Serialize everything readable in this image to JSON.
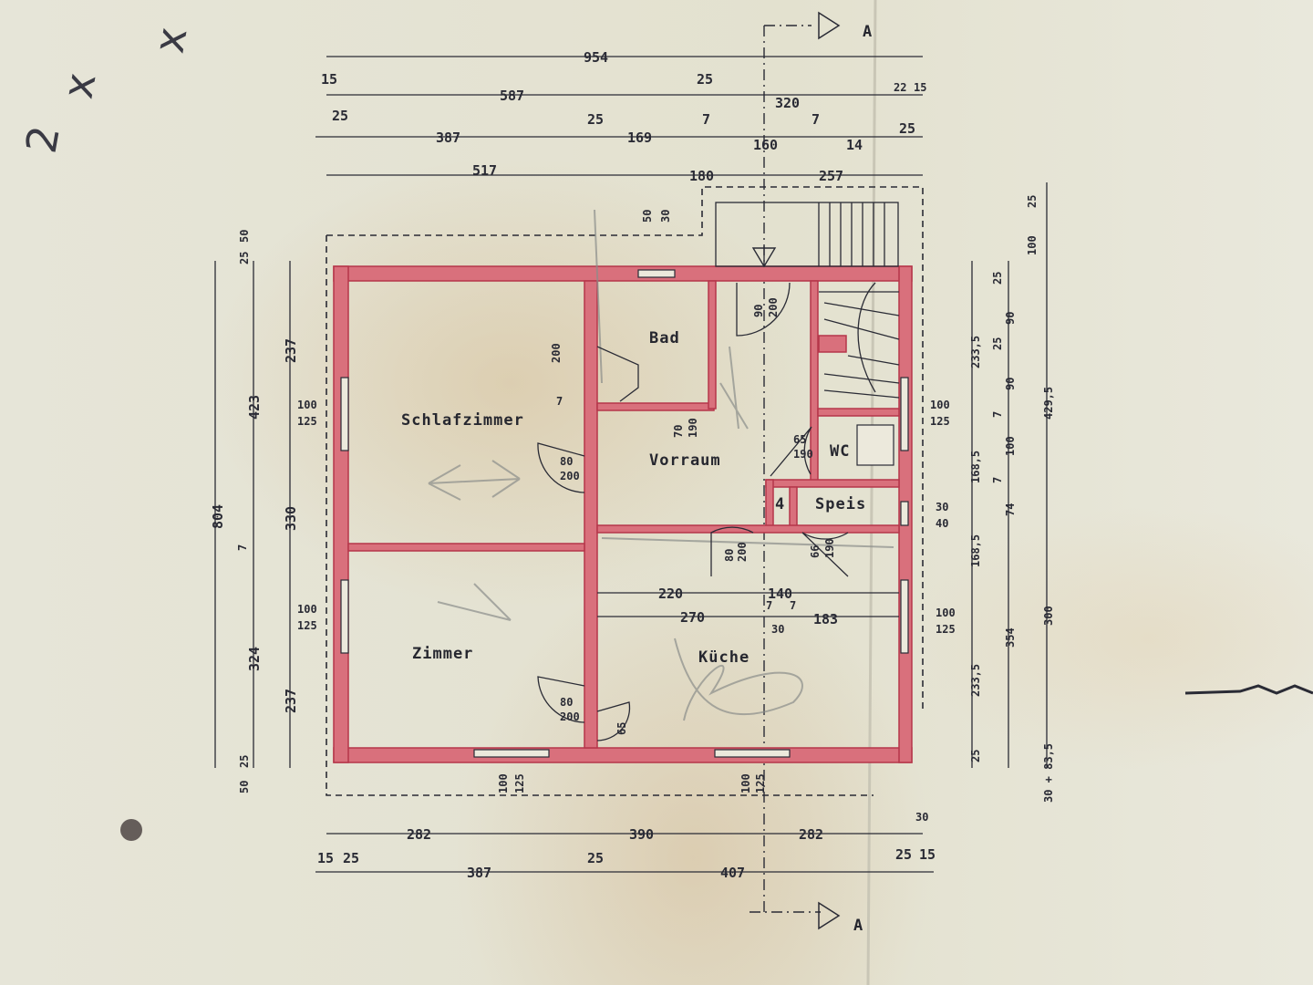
{
  "rooms": {
    "schlafzimmer": "Schlafzimmer",
    "bad": "Bad",
    "vorraum": "Vorraum",
    "wc": "WC",
    "zimmer": "Zimmer",
    "kueche": "Küche",
    "speis": "Speis",
    "niche": "4"
  },
  "dims_top": {
    "overall": "954",
    "r2_a": "15",
    "r2_b": "587",
    "r2_c": "25",
    "r2_d": "320",
    "r2_e": "22",
    "r2_f": "15",
    "r3_a": "25",
    "r3_b": "387",
    "r3_c": "25",
    "r3_d": "169",
    "r3_e": "7",
    "r3_f": "160",
    "r3_g": "7",
    "r3_h": "14",
    "r3_i": "25",
    "r4_a": "517",
    "r4_b": "180",
    "r4_c": "257",
    "entry_a": "50",
    "entry_b": "30"
  },
  "dims_bottom": {
    "b1_a": "282",
    "b1_b": "390",
    "b1_c": "282",
    "b1_d": "30",
    "b2_a": "15",
    "b2_b": "25",
    "b2_c": "387",
    "b2_d": "25",
    "b2_e": "407",
    "b2_f": "25",
    "b2_g": "15"
  },
  "dims_left": {
    "overall": "804",
    "upper": "423",
    "lower": "324",
    "top_a": "25",
    "top_b": "50",
    "mid": "7",
    "bot_a": "50",
    "bot_b": "25",
    "win_up": "237",
    "gap": "330",
    "win_low": "237"
  },
  "dims_right": {
    "a": "25",
    "b": "90",
    "c": "25",
    "d": "90",
    "e": "7",
    "f": "100",
    "g": "7",
    "h": "74",
    "s1": "233,5",
    "s2": "168,5",
    "s3": "168,5",
    "s4": "233,5",
    "s5": "25",
    "t1": "25",
    "t2": "100",
    "t3": "429,5",
    "t4": "354",
    "t5": "300",
    "t6": "30 + 83,5"
  },
  "openings": {
    "win_left_up": [
      "100",
      "125"
    ],
    "win_left_low": [
      "100",
      "125"
    ],
    "win_right_up": [
      "100",
      "125"
    ],
    "win_right_low": [
      "100",
      "125"
    ],
    "win_right_speis": [
      "30",
      "40"
    ],
    "win_bot_left": [
      "100",
      "125"
    ],
    "win_bot_right": [
      "100",
      "125"
    ],
    "door_schlaf": [
      "80",
      "200"
    ],
    "door_zimmer": [
      "80",
      "200"
    ],
    "door_vorraum": [
      "90",
      "200"
    ],
    "door_bad": [
      "70",
      "190"
    ],
    "door_wc": [
      "65",
      "190"
    ],
    "door_speis": [
      "66",
      "190"
    ],
    "door_kueche": [
      "80",
      "200"
    ],
    "bad_h": "200",
    "bad_7": "7",
    "kueche_h": "65",
    "k_a": "220",
    "k_b": "140",
    "k_c": "270",
    "k_d": "7",
    "k_e": "7",
    "k_f": "30",
    "k_g": "183"
  },
  "section": {
    "top": "A",
    "bottom": "A"
  },
  "margin_notes": {
    "n1": "2",
    "n2": "x",
    "n3": "x"
  }
}
